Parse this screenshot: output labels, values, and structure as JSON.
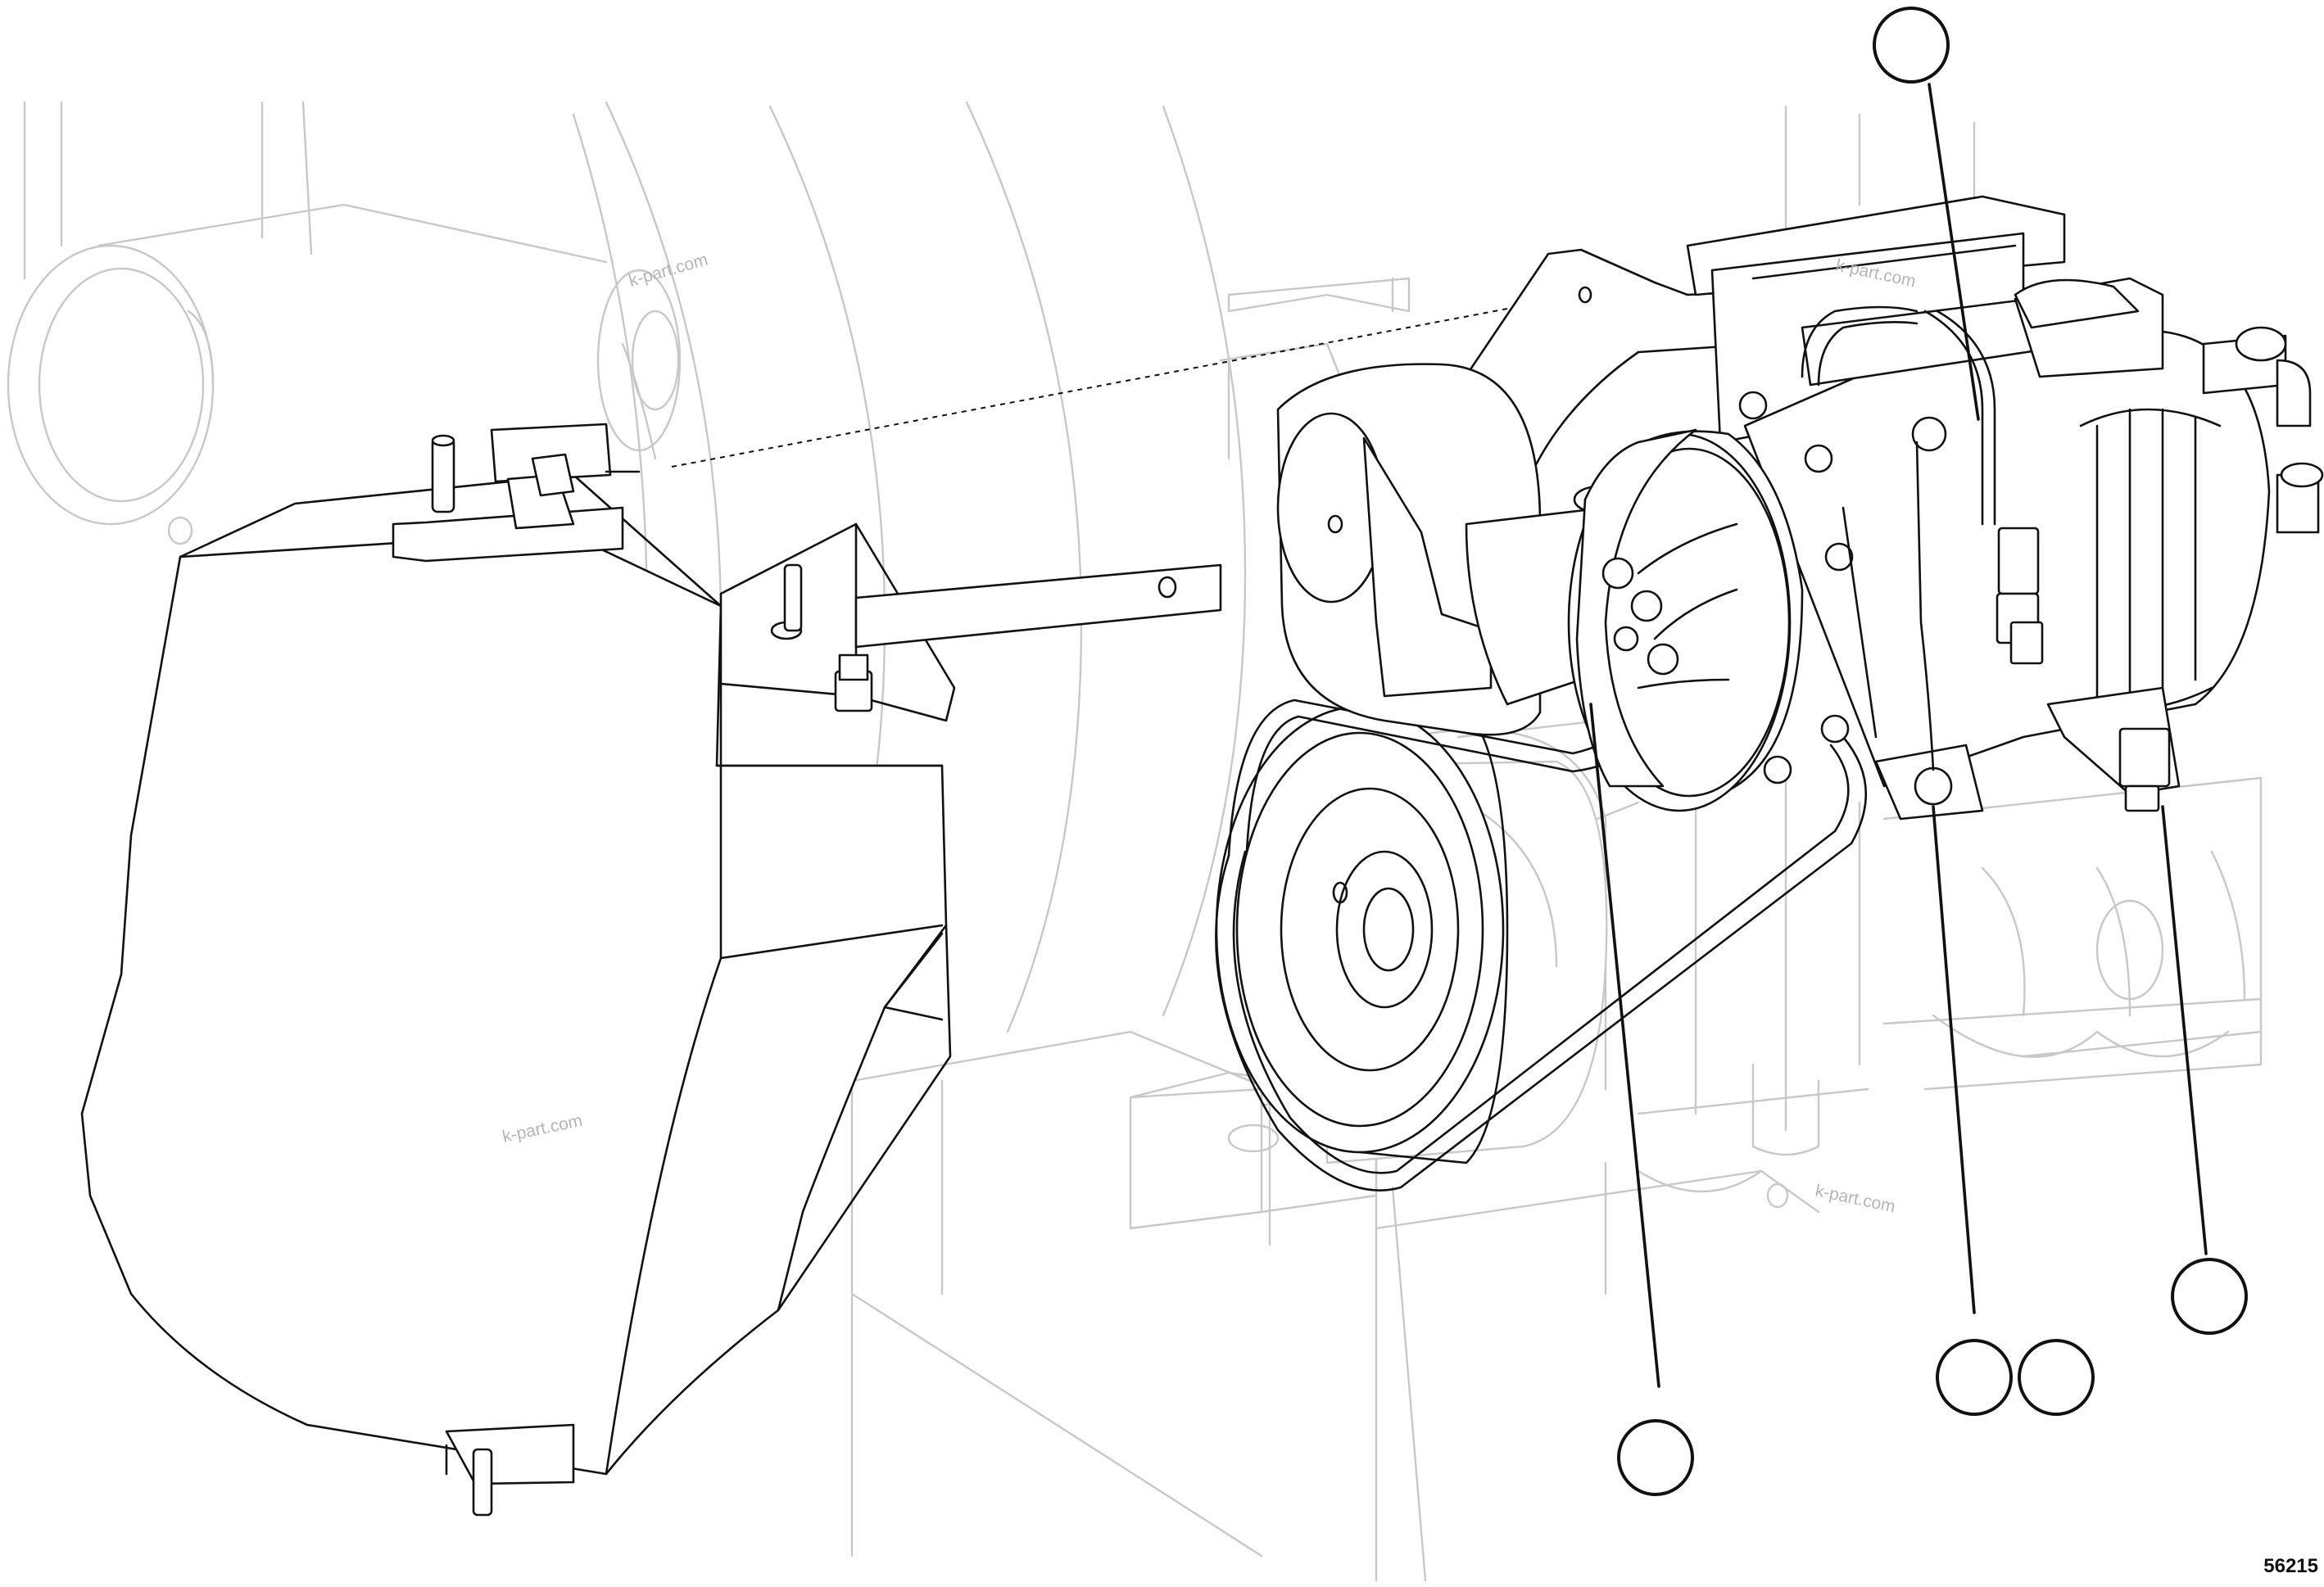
{
  "figure": {
    "reference_number": "56215",
    "watermark_text": "k-part.com",
    "line_color": "#111111",
    "context_line_color": "#c8c8c8",
    "background_color": "#ffffff"
  },
  "callouts": [
    {
      "id": "callout-top-compressor",
      "label": ""
    },
    {
      "id": "callout-drive-belt",
      "label": ""
    },
    {
      "id": "callout-lower-bolt",
      "label": ""
    },
    {
      "id": "callout-lower-bolt-2",
      "label": ""
    },
    {
      "id": "callout-bracket-bolt",
      "label": ""
    }
  ],
  "parts": [
    {
      "name": "engine-block",
      "style": "context"
    },
    {
      "name": "flywheel",
      "style": "context"
    },
    {
      "name": "belt-guard",
      "style": "detail"
    },
    {
      "name": "crankshaft-pulley",
      "style": "detail"
    },
    {
      "name": "drive-belt",
      "style": "detail"
    },
    {
      "name": "ac-compressor",
      "style": "detail"
    },
    {
      "name": "compressor-mounting-bracket",
      "style": "detail"
    },
    {
      "name": "belt-tensioner",
      "style": "detail"
    }
  ]
}
